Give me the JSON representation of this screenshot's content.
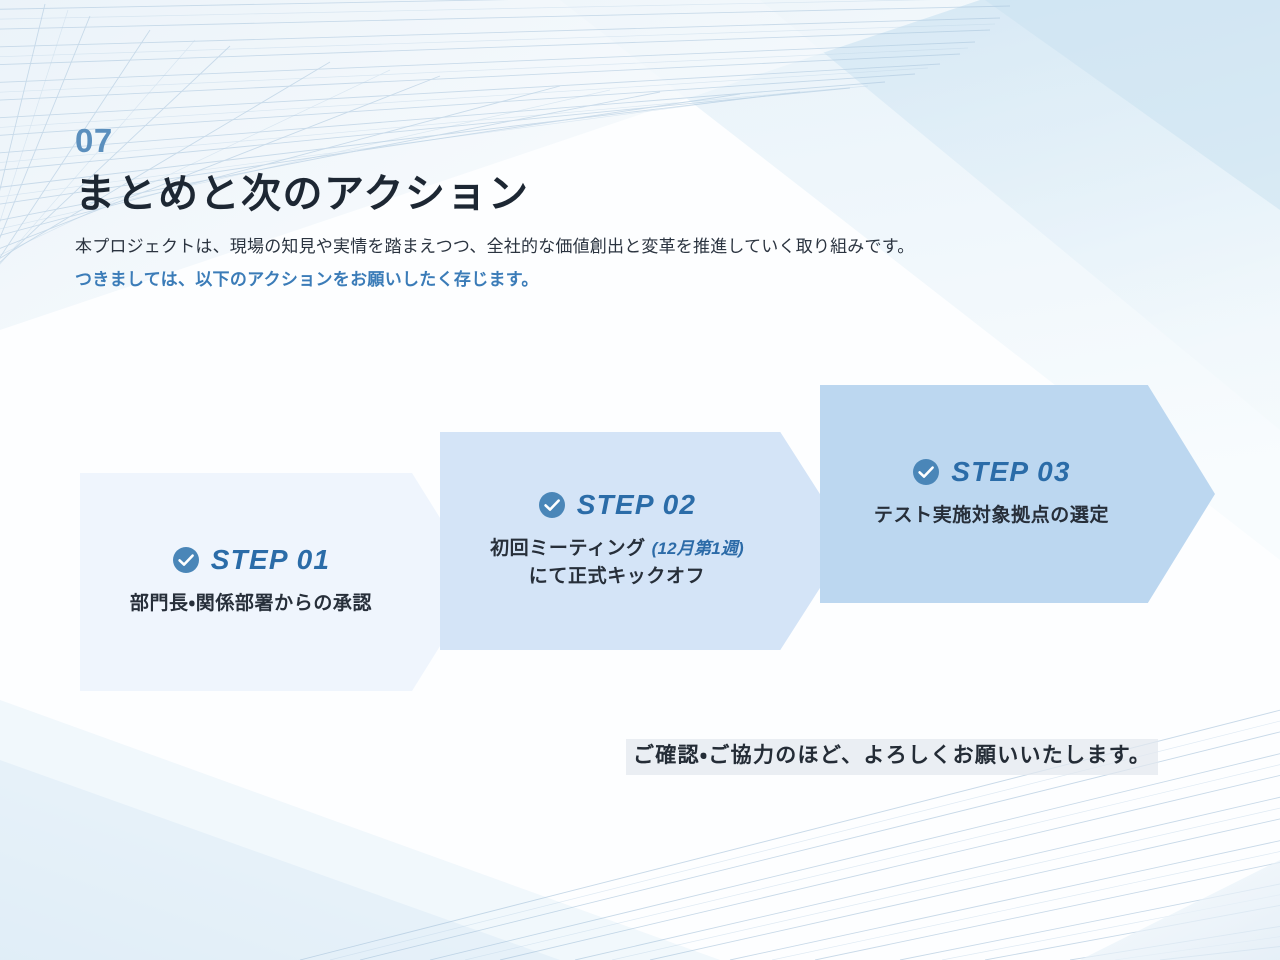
{
  "slide": {
    "eyebrow": "07",
    "title": "まとめと次のアクション",
    "lead_1": "本プロジェクトは、現場の知見や実情を踏まえつつ、全社的な価値創出と変革を推進していく取り組みです。",
    "lead_2": "つきましては、以下のアクションをお願いしたく存じます。",
    "closing": "ご確認・ご協力のほど、よろしくお願いいたします。"
  },
  "steps": [
    {
      "label": "STEP 01",
      "desc_line1": "部門長・関係部署からの承認",
      "desc_line2": "",
      "note": "",
      "fill": "#eff5fd",
      "icon": "check-circle-icon"
    },
    {
      "label": "STEP 02",
      "desc_line1": "初回ミーティング ",
      "note": "(12月第1週)",
      "desc_line2": "にて正式キックオフ",
      "fill": "#d4e4f7",
      "icon": "check-circle-icon"
    },
    {
      "label": "STEP 03",
      "desc_line1": "テスト実施対象拠点の選定",
      "desc_line2": "",
      "note": "",
      "fill": "#bcd7f0",
      "icon": "check-circle-icon"
    }
  ],
  "colors": {
    "eyebrow": "#5b8fbd",
    "title": "#1d2733",
    "accent_text": "#3b7cb8",
    "step_label": "#2b6ca8",
    "check_circle": "#4a86b8",
    "body_text": "#2b3440"
  }
}
